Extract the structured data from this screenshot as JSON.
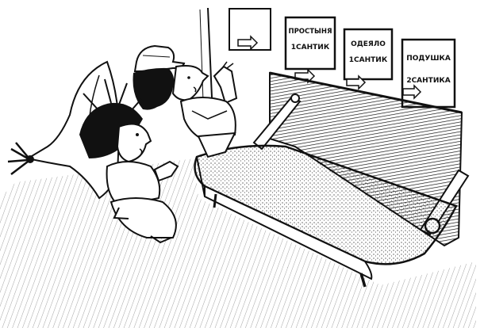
{
  "colors": {
    "ink": "#111111",
    "paper": "#ffffff"
  },
  "signs": [
    {
      "line1": "ПРОСТЫНЯ",
      "line2": "1САНТИК"
    },
    {
      "line1": "ОДЕЯЛО",
      "line2": "1САНТИК"
    },
    {
      "line1": "ПОДУШКА",
      "line2": "2САНТИКА"
    }
  ]
}
